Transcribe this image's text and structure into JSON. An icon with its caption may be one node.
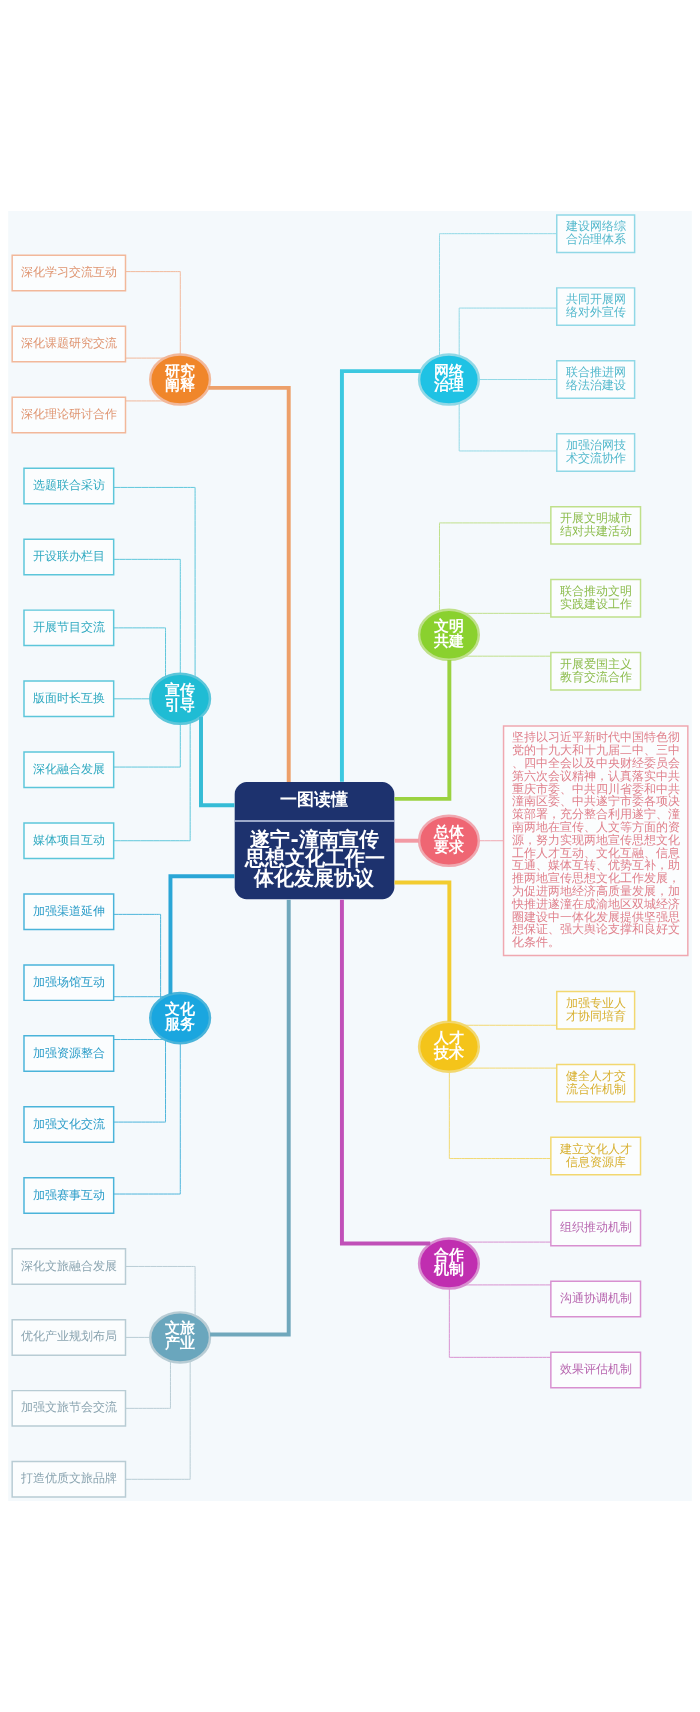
{
  "diagram": {
    "nodes": [
      {
        "text": [
          "一图读懂",
          "遂宁-潼南宣传思想文化工作一体化发展协议"
        ]
      },
      {
        "text": [
          "研究阐释"
        ]
      },
      {
        "text": [
          "深化学习交流互动"
        ]
      },
      {
        "text": [
          "深化课题研究交流"
        ]
      },
      {
        "text": [
          "深化理论研讨合作"
        ]
      },
      {
        "text": [
          "网络治理"
        ]
      },
      {
        "text": [
          "建设网络综合治理体系"
        ]
      },
      {
        "text": [
          "共同开展网络对外宣传"
        ]
      },
      {
        "text": [
          "联合推进网络法治建设"
        ]
      },
      {
        "text": [
          "加强治网技术交流协作"
        ]
      },
      {
        "text": [
          "宣传引导"
        ]
      },
      {
        "text": [
          "选题联合采访"
        ]
      },
      {
        "text": [
          "开设联办栏目"
        ]
      },
      {
        "text": [
          "开展节目交流"
        ]
      },
      {
        "text": [
          "版面时长互换"
        ]
      },
      {
        "text": [
          "深化融合发展"
        ]
      },
      {
        "text": [
          "媒体项目互动"
        ]
      },
      {
        "text": [
          "文明共建"
        ]
      },
      {
        "text": [
          "开展文明城市结对共建活动"
        ]
      },
      {
        "text": [
          "联合推动文明实践建设工作"
        ]
      },
      {
        "text": [
          "开展爱国主义教育交流合作"
        ]
      },
      {
        "text": [
          "总体要求"
        ]
      },
      {
        "text": [
          "坚持以习近平新时代中国特色彻党的十九大和十九届二中、三中、四中全会以及中央财经委员会第六次会议精神，认真落实中共重庆市委、中共四川省委和中共潼南区委、中共遂宁市委各项决策部署，充分整合利用遂宁、潼南两地在宣传、人文等方面的资源，努力实现两地宣传思想文化工作人才互动、文化互融、信息互通、媒体互转、优势互补，助推两地宣传思想文化工作发展，为促进两地经济高质量发展，加快推进遂潼在成渝地区双城经济圈建设中一体化发展提供坚强思想保证、强大舆论支撑和良好文化条件。"
        ]
      },
      {
        "text": [
          "文化服务"
        ]
      },
      {
        "text": [
          "加强渠道延伸"
        ]
      },
      {
        "text": [
          "加强场馆互动"
        ]
      },
      {
        "text": [
          "加强资源整合"
        ]
      },
      {
        "text": [
          "加强文化交流"
        ]
      },
      {
        "text": [
          "加强赛事互动"
        ]
      },
      {
        "text": [
          "人才技术"
        ]
      },
      {
        "text": [
          "加强专业人才协同培育"
        ]
      },
      {
        "text": [
          "健全人才交流合作机制"
        ]
      },
      {
        "text": [
          "建立文化人才信息资源库"
        ]
      },
      {
        "text": [
          "合作机制"
        ]
      },
      {
        "text": [
          "组织推动机制"
        ]
      },
      {
        "text": [
          "沟通协调机制"
        ]
      },
      {
        "text": [
          "效果评估机制"
        ]
      },
      {
        "text": [
          "文旅产业"
        ]
      },
      {
        "text": [
          "深化文旅融合发展"
        ]
      },
      {
        "text": [
          "优化产业规划布局"
        ]
      },
      {
        "text": [
          "加强文旅节会交流"
        ]
      },
      {
        "text": [
          "打造优质文旅品牌"
        ]
      }
    ],
    "edges": [
      {
        "from": 1,
        "to": 0,
        "arrow": "none",
        "style": "thick",
        "color": "#eda06a"
      },
      {
        "from": 2,
        "to": 1,
        "arrow": "none",
        "color": "#f2b89a"
      },
      {
        "from": 3,
        "to": 1,
        "arrow": "none",
        "color": "#f2b89a"
      },
      {
        "from": 4,
        "to": 1,
        "arrow": "none",
        "color": "#f2b89a"
      },
      {
        "from": 0,
        "to": 5,
        "arrow": "none",
        "style": "thick",
        "color": "#3cc8e0"
      },
      {
        "from": 5,
        "to": 6,
        "arrow": "none",
        "color": "#90d8e6"
      },
      {
        "from": 5,
        "to": 7,
        "arrow": "none",
        "color": "#90d8e6"
      },
      {
        "from": 5,
        "to": 8,
        "arrow": "none",
        "color": "#90d8e6"
      },
      {
        "from": 5,
        "to": 9,
        "arrow": "none",
        "color": "#90d8e6"
      },
      {
        "from": 10,
        "to": 0,
        "arrow": "none",
        "style": "thick",
        "color": "#35bcd6"
      },
      {
        "from": 11,
        "to": 10,
        "arrow": "none",
        "color": "#5cc6da"
      },
      {
        "from": 12,
        "to": 10,
        "arrow": "none",
        "color": "#5cc6da"
      },
      {
        "from": 13,
        "to": 10,
        "arrow": "none",
        "color": "#5cc6da"
      },
      {
        "from": 14,
        "to": 10,
        "arrow": "none",
        "color": "#5cc6da"
      },
      {
        "from": 15,
        "to": 10,
        "arrow": "none",
        "color": "#5cc6da"
      },
      {
        "from": 16,
        "to": 10,
        "arrow": "none",
        "color": "#5cc6da"
      },
      {
        "from": 0,
        "to": 17,
        "arrow": "none",
        "style": "thick",
        "color": "#9ad240"
      },
      {
        "from": 17,
        "to": 18,
        "arrow": "none",
        "color": "#bfe08a"
      },
      {
        "from": 17,
        "to": 19,
        "arrow": "none",
        "color": "#bfe08a"
      },
      {
        "from": 17,
        "to": 20,
        "arrow": "none",
        "color": "#bfe08a"
      },
      {
        "from": 0,
        "to": 21,
        "arrow": "none",
        "style": "thick",
        "color": "#f29aa4"
      },
      {
        "from": 21,
        "to": 22,
        "arrow": "none",
        "color": "#f0a8b0"
      },
      {
        "from": 23,
        "to": 0,
        "arrow": "none",
        "style": "thick",
        "color": "#2aa6d6"
      },
      {
        "from": 24,
        "to": 23,
        "arrow": "none",
        "color": "#4ab4da"
      },
      {
        "from": 25,
        "to": 23,
        "arrow": "none",
        "color": "#4ab4da"
      },
      {
        "from": 26,
        "to": 23,
        "arrow": "none",
        "color": "#4ab4da"
      },
      {
        "from": 27,
        "to": 23,
        "arrow": "none",
        "color": "#4ab4da"
      },
      {
        "from": 28,
        "to": 23,
        "arrow": "none",
        "color": "#4ab4da"
      },
      {
        "from": 0,
        "to": 29,
        "arrow": "none",
        "style": "thick",
        "color": "#f2cc30"
      },
      {
        "from": 29,
        "to": 30,
        "arrow": "none",
        "color": "#f2d870"
      },
      {
        "from": 29,
        "to": 31,
        "arrow": "none",
        "color": "#f2d870"
      },
      {
        "from": 29,
        "to": 32,
        "arrow": "none",
        "color": "#f2d870"
      },
      {
        "from": 0,
        "to": 33,
        "arrow": "none",
        "style": "thick",
        "color": "#c050b8"
      },
      {
        "from": 33,
        "to": 34,
        "arrow": "none",
        "color": "#d890d0"
      },
      {
        "from": 33,
        "to": 35,
        "arrow": "none",
        "color": "#d890d0"
      },
      {
        "from": 33,
        "to": 36,
        "arrow": "none",
        "color": "#d890d0"
      },
      {
        "from": 37,
        "to": 0,
        "arrow": "none",
        "style": "thick",
        "color": "#70a8bc"
      },
      {
        "from": 38,
        "to": 37,
        "arrow": "none",
        "color": "#b8ccd4"
      },
      {
        "from": 39,
        "to": 37,
        "arrow": "none",
        "color": "#b8ccd4"
      },
      {
        "from": 40,
        "to": 37,
        "arrow": "none",
        "color": "#b8ccd4"
      },
      {
        "from": 41,
        "to": 37,
        "arrow": "none",
        "color": "#b8ccd4"
      }
    ]
  }
}
